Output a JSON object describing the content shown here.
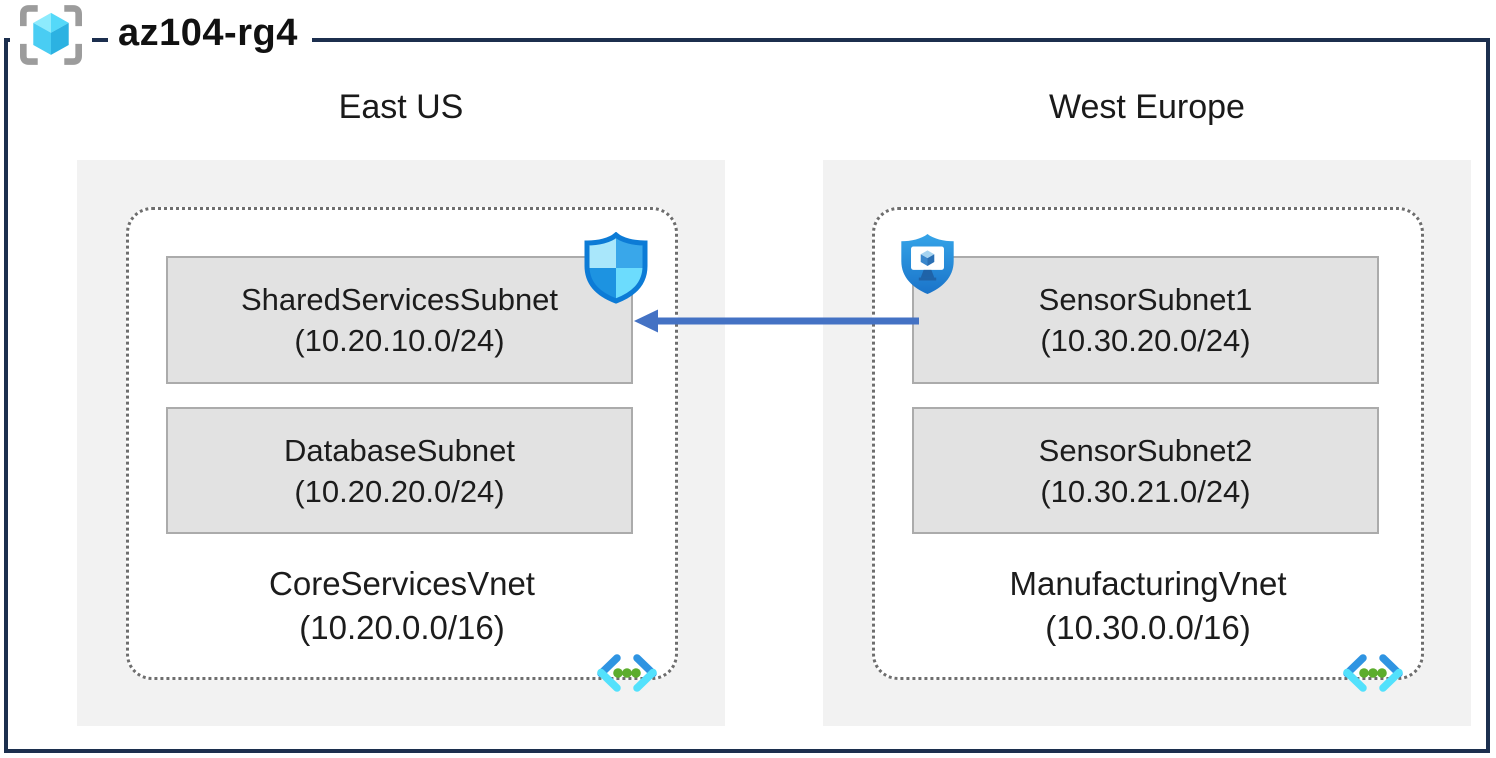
{
  "resource_group": {
    "name": "az104-rg4"
  },
  "regions": [
    {
      "name": "East US",
      "vnet": {
        "name": "CoreServicesVnet",
        "cidr": "(10.20.0.0/16)",
        "icon": "virtual-network-icon",
        "subnets": [
          {
            "name": "SharedServicesSubnet",
            "cidr": "(10.20.10.0/24)",
            "icon": "nsg-shield-icon"
          },
          {
            "name": "DatabaseSubnet",
            "cidr": "(10.20.20.0/24)",
            "icon": ""
          }
        ]
      }
    },
    {
      "name": "West Europe",
      "vnet": {
        "name": "ManufacturingVnet",
        "cidr": "(10.30.0.0/16)",
        "icon": "virtual-network-icon",
        "subnets": [
          {
            "name": "SensorSubnet1",
            "cidr": "(10.30.20.0/24)",
            "icon": "bastion-shield-icon"
          },
          {
            "name": "SensorSubnet2",
            "cidr": "(10.30.21.0/24)",
            "icon": ""
          }
        ]
      }
    }
  ],
  "connection": {
    "from": "SensorSubnet1",
    "to": "SharedServicesSubnet",
    "style": "solid-arrow-left",
    "color": "#4472c4"
  },
  "colors": {
    "frame_border": "#1c2f4e",
    "region_background": "#f2f2f2",
    "subnet_background": "#e2e2e2",
    "subnet_border": "#ababab",
    "vnet_dotted_border": "#6e6e6e",
    "arrow": "#4472c4",
    "shield_blue": "#0f7fdb",
    "cyan": "#50e6ff",
    "green_dot": "#5cad2d"
  }
}
